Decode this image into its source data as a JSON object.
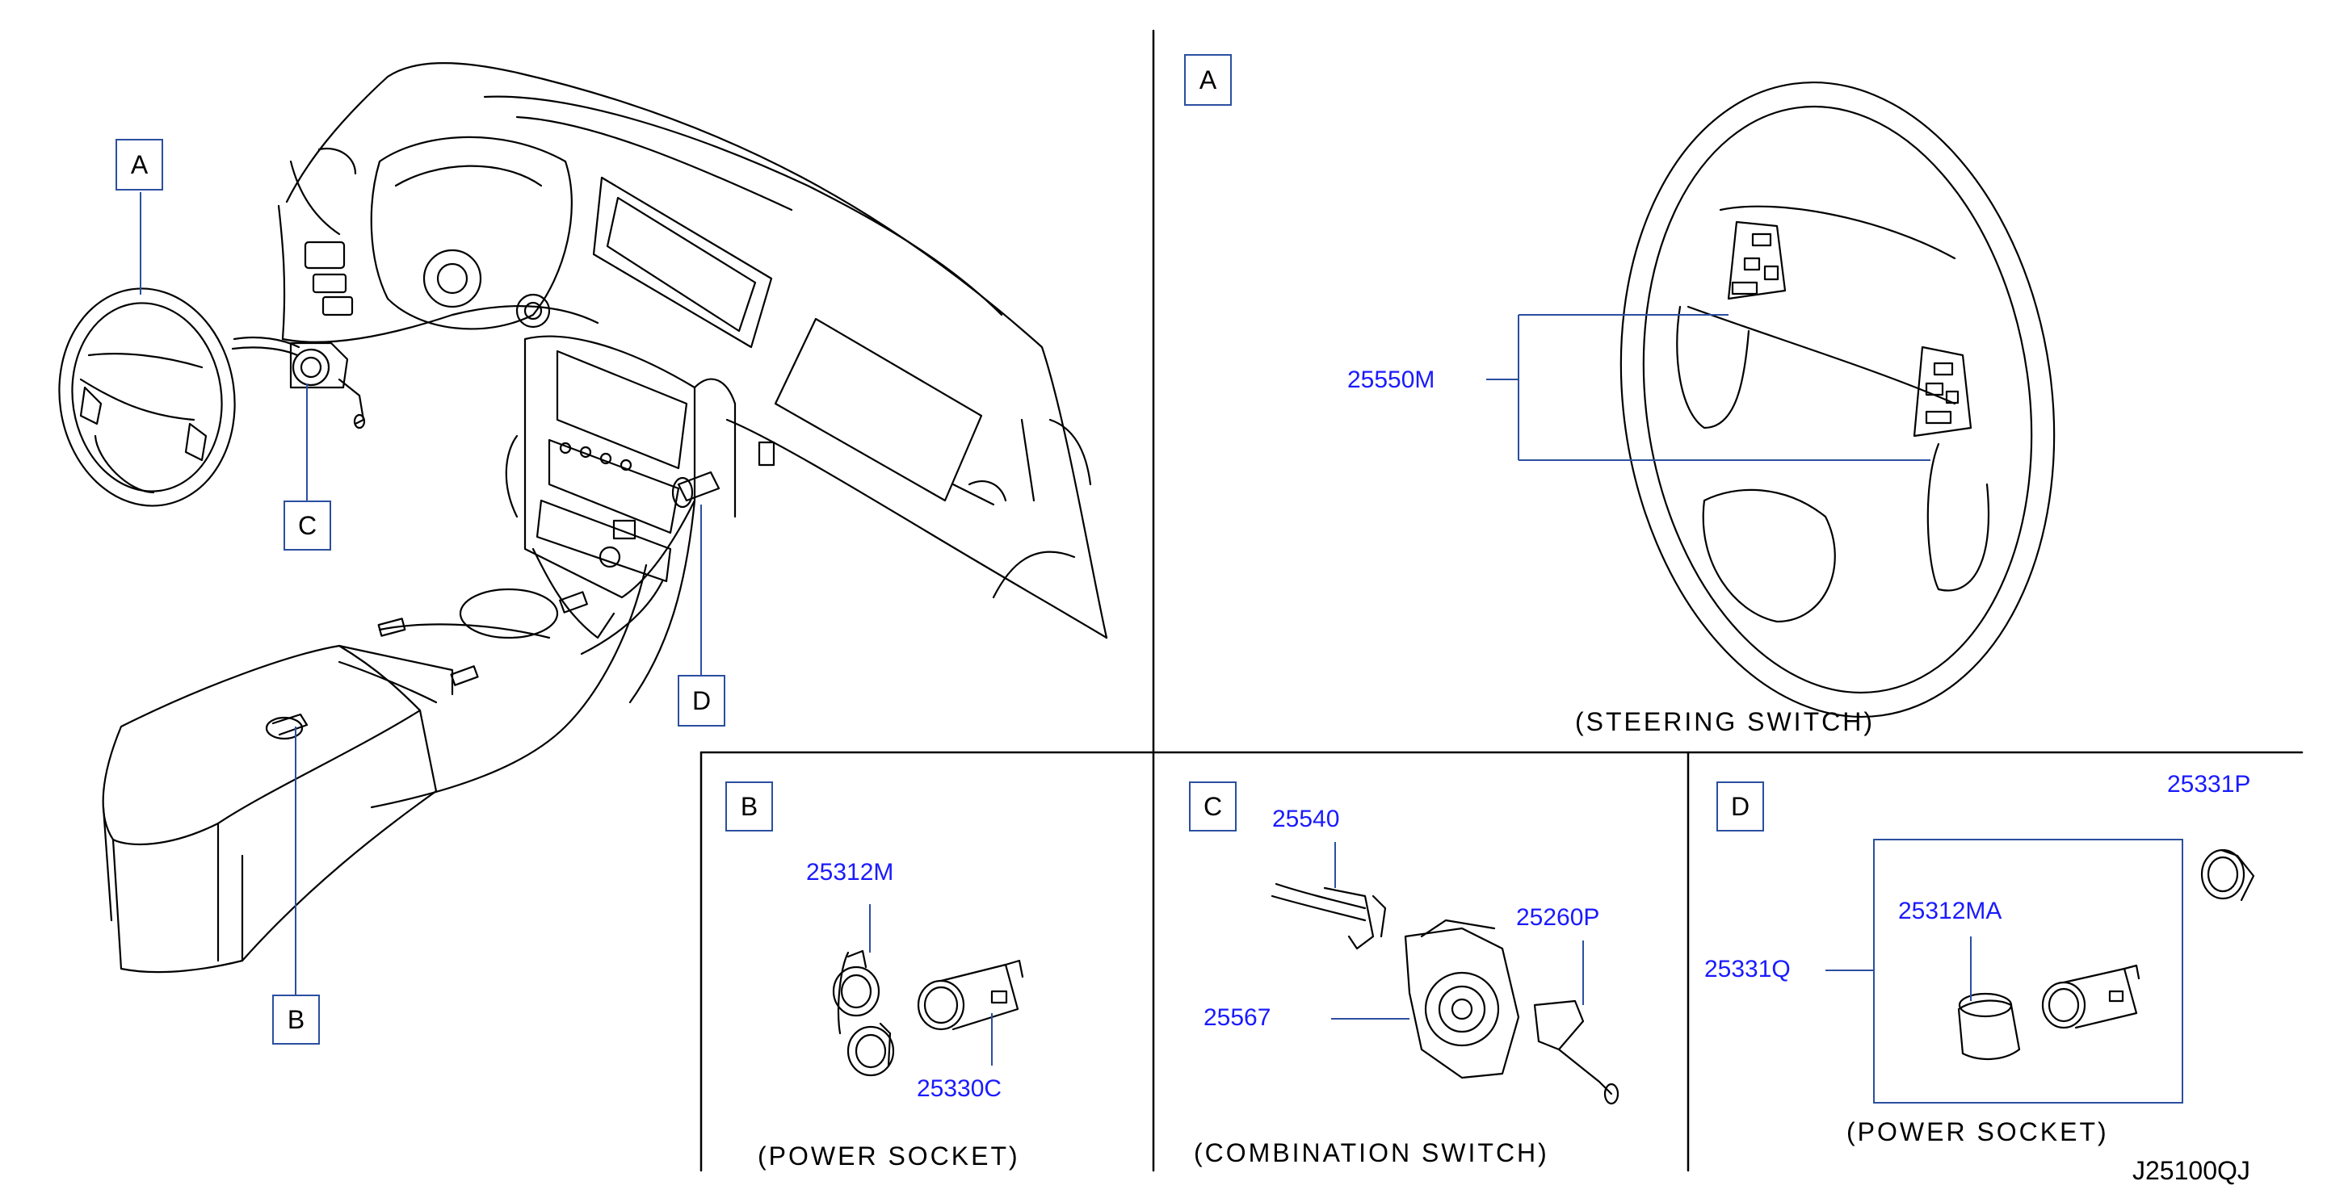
{
  "callouts": {
    "a_overview": "A",
    "b_overview": "B",
    "c_overview": "C",
    "d_overview": "D",
    "a_panel": "A",
    "b_panel": "B",
    "c_panel": "C",
    "d_panel": "D"
  },
  "parts": {
    "steering_switch": "25550M",
    "power_socket_cover": "25312M",
    "power_socket": "25330C",
    "combination_switch_light": "25540",
    "combination_switch_body": "25567",
    "combination_switch_wiper": "25260P",
    "socket_cap": "25331P",
    "socket_cover_ma": "25312MA",
    "socket_assy": "25331Q"
  },
  "captions": {
    "steering_switch": "(STEERING   SWITCH)",
    "power_socket_b": "(POWER   SOCKET)",
    "combination_switch": "(COMBINATION   SWITCH)",
    "power_socket_d": "(POWER   SOCKET)"
  },
  "diagram_code": "J25100QJ",
  "colors": {
    "part_number": "#1a1aff",
    "leader": "#2b4fa0",
    "outline": "#000000"
  }
}
